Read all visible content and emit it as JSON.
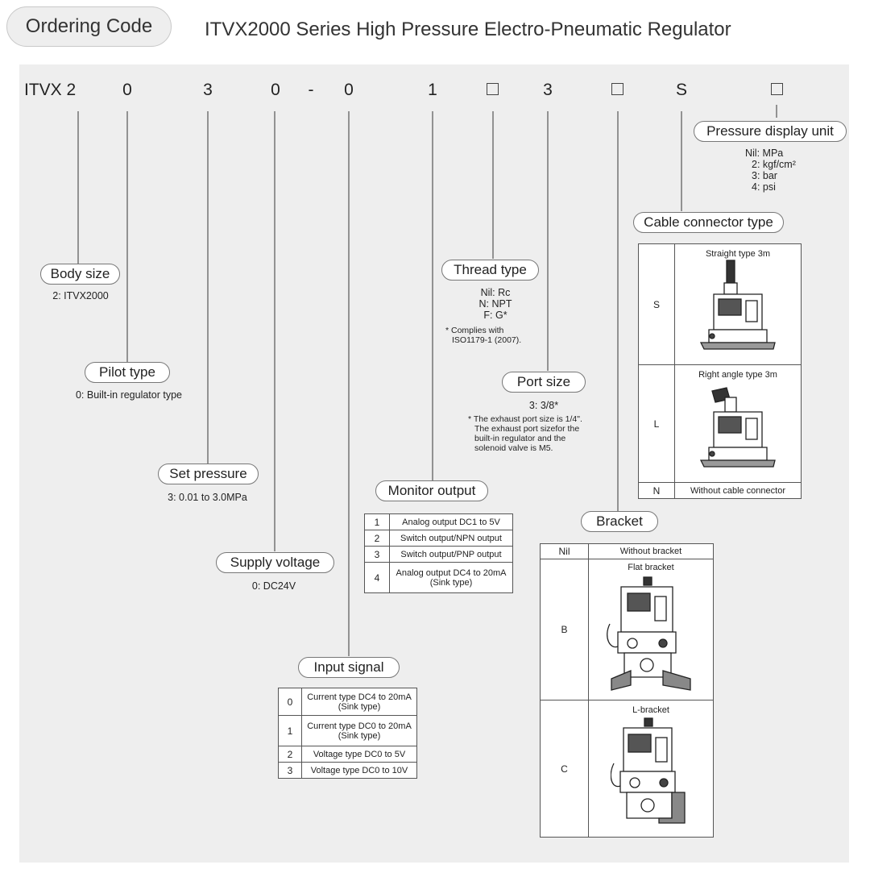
{
  "header": {
    "badge": "Ordering Code",
    "title": "ITVX2000 Series High Pressure Electro-Pneumatic Regulator"
  },
  "code": {
    "prefix": "ITVX 2",
    "c1": "0",
    "c2": "3",
    "c3": "0",
    "dash": "-",
    "c4": "0",
    "c5": "1",
    "c7": "3",
    "c9": "S"
  },
  "body_size": {
    "label": "Body size",
    "desc": "2: ITVX2000"
  },
  "pilot_type": {
    "label": "Pilot type",
    "desc": "0: Built-in regulator type"
  },
  "set_pressure": {
    "label": "Set pressure",
    "desc": "3: 0.01 to 3.0MPa"
  },
  "supply_voltage": {
    "label": "Supply voltage",
    "desc": "0: DC24V"
  },
  "input_signal": {
    "label": "Input signal",
    "rows": [
      {
        "key": "0",
        "l1": "Current type DC4 to 20mA",
        "l2": "(Sink type)"
      },
      {
        "key": "1",
        "l1": "Current type DC0 to 20mA",
        "l2": "(Sink type)"
      },
      {
        "key": "2",
        "l1": "Voltage type DC0 to 5V",
        "l2": ""
      },
      {
        "key": "3",
        "l1": "Voltage type DC0 to 10V",
        "l2": ""
      }
    ]
  },
  "monitor_output": {
    "label": "Monitor output",
    "rows": [
      {
        "key": "1",
        "l1": "Analog output DC1 to 5V",
        "l2": ""
      },
      {
        "key": "2",
        "l1": "Switch output/NPN output",
        "l2": ""
      },
      {
        "key": "3",
        "l1": "Switch output/PNP output",
        "l2": ""
      },
      {
        "key": "4",
        "l1": "Analog output DC4 to 20mA",
        "l2": "(Sink type)"
      }
    ]
  },
  "thread_type": {
    "label": "Thread  type",
    "lines": [
      "Nil: Rc",
      "N: NPT",
      "F: G*"
    ],
    "note1": "* Complies with",
    "note2": "ISO1179-1 (2007)."
  },
  "port_size": {
    "label": "Port size",
    "desc": "3: 3/8*",
    "notes": [
      "* The exhaust port size is 1/4\".",
      "The exhaust port sizefor the",
      "built-in regulator and the",
      "solenoid valve is M5."
    ]
  },
  "bracket": {
    "label": "Bracket",
    "nil_key": "Nil",
    "nil_text": "Without bracket",
    "b_key": "B",
    "b_text": "Flat bracket",
    "c_key": "C",
    "c_text": "L-bracket"
  },
  "cable_connector": {
    "label": "Cable connector type",
    "s_key": "S",
    "s_text": "Straight type 3m",
    "l_key": "L",
    "l_text": "Right angle type 3m",
    "n_key": "N",
    "n_text": "Without cable connector"
  },
  "pressure_unit": {
    "label": "Pressure display unit",
    "lines": [
      "Nil: MPa",
      "2: kgf/cm²",
      "3: bar",
      "4: psi"
    ]
  }
}
